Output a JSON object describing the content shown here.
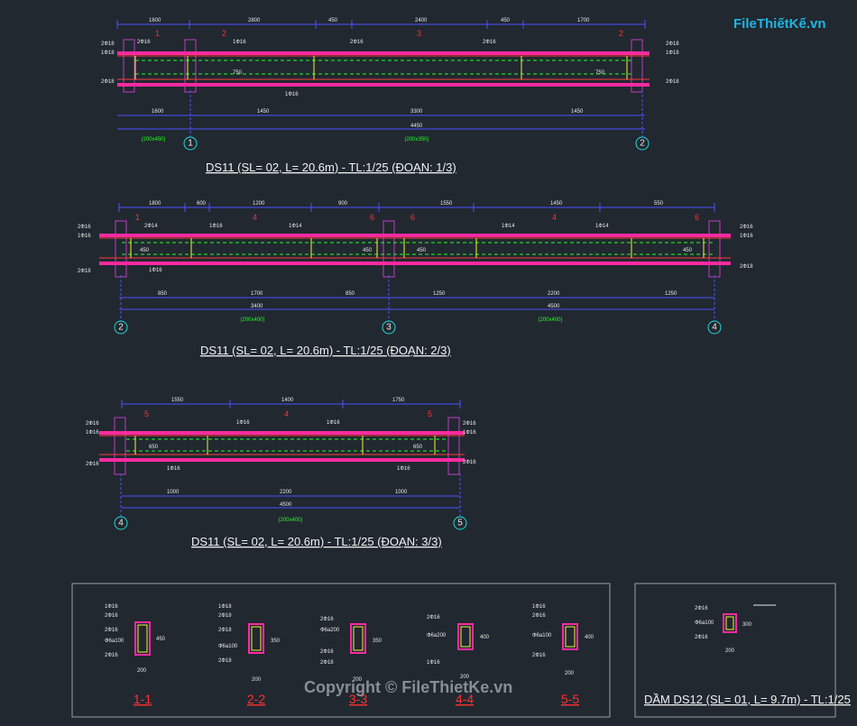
{
  "watermark": {
    "logo": "FileThiếtKế.vn",
    "copyright": "Copyright © FileThietKe.vn"
  },
  "colors": {
    "bg": "#212830",
    "dim": "#4a52ff",
    "beam": "#ff2aa0",
    "rebar": "#ff3a3a",
    "column": "#c13cc1",
    "green": "#22ff22",
    "stirrup": "#f2f23a",
    "cyan": "#25d9d9"
  },
  "drawings": [
    {
      "title": "DS11 (SL= 02, L= 20.6m) - TL:1/25 (ĐOẠN: 1/3)",
      "axes": [
        "1",
        "2"
      ],
      "top_dims": [
        "1600",
        "2800",
        "450",
        "2400",
        "450",
        "1700"
      ],
      "bottom_dims": [
        "1600",
        "1450",
        "3300",
        "1450",
        "4450"
      ],
      "sections_top": [
        "1",
        "2",
        "3",
        "2"
      ],
      "callouts": [
        "2Ф16",
        "1Ф16",
        "2Ф16",
        "2Ф16",
        "1Ф16",
        "750",
        "750"
      ],
      "side_labels": [
        "2Ф18",
        "1Ф18",
        "2Ф18"
      ],
      "size_labels": [
        "(200x450)",
        "(200x350)"
      ]
    },
    {
      "title": "DS11 (SL= 02, L= 20.6m) - TL:1/25 (ĐOẠN: 2/3)",
      "axes": [
        "2",
        "3",
        "4"
      ],
      "top_dims": [
        "1800",
        "600",
        "1200",
        "900",
        "1550",
        "1450",
        "550"
      ],
      "bottom_dims": [
        "850",
        "1700",
        "850",
        "1250",
        "2200",
        "1250",
        "3400",
        "4500"
      ],
      "sections_top": [
        "1",
        "4",
        "6",
        "6",
        "4",
        "6"
      ],
      "callouts": [
        "2Ф14",
        "1Ф16",
        "1Ф14",
        "1Ф14",
        "1Ф14",
        "1Ф16",
        "450",
        "450",
        "450",
        "450"
      ],
      "side_labels": [
        "2Ф16",
        "1Ф16",
        "2Ф18"
      ],
      "size_labels": [
        "(200x400)",
        "(200x400)"
      ]
    },
    {
      "title": "DS11 (SL= 02, L= 20.6m) - TL:1/25 (ĐOẠN: 3/3)",
      "axes": [
        "4",
        "5"
      ],
      "top_dims": [
        "1550",
        "1400",
        "1750"
      ],
      "bottom_dims": [
        "1000",
        "2200",
        "1000",
        "4500"
      ],
      "sections_top": [
        "5",
        "4",
        "5"
      ],
      "callouts": [
        "1Ф16",
        "1Ф16",
        "1Ф16",
        "1Ф16",
        "650",
        "650"
      ],
      "side_labels": [
        "2Ф16",
        "1Ф16",
        "2Ф16"
      ],
      "size_labels": [
        "(200x400)"
      ]
    }
  ],
  "sections": [
    {
      "label": "1-1",
      "rebar": [
        "1Ф16",
        "2Ф16",
        "2Ф16",
        "Ф6a100",
        "2Ф16"
      ],
      "dims": [
        "450",
        "200"
      ]
    },
    {
      "label": "2-2",
      "rebar": [
        "1Ф18",
        "2Ф18",
        "2Ф18",
        "Ф6a100",
        "2Ф18"
      ],
      "dims": [
        "350",
        "200"
      ]
    },
    {
      "label": "3-3",
      "rebar": [
        "2Ф16",
        "Ф6a200",
        "2Ф16",
        "2Ф18"
      ],
      "dims": [
        "350",
        "200"
      ]
    },
    {
      "label": "4-4",
      "rebar": [
        "2Ф16",
        "Ф6a200",
        "1Ф16"
      ],
      "dims": [
        "400",
        "200"
      ]
    },
    {
      "label": "5-5",
      "rebar": [
        "1Ф16",
        "2Ф16",
        "Ф6a100",
        "2Ф16"
      ],
      "dims": [
        "400",
        "200"
      ]
    }
  ],
  "ds12": {
    "title": "DẦM DS12 (SL= 01, L= 9.7m) - TL:1/25",
    "rebar": [
      "2Ф16",
      "Ф6a100",
      "2Ф16"
    ],
    "dims": [
      "300",
      "200"
    ]
  }
}
